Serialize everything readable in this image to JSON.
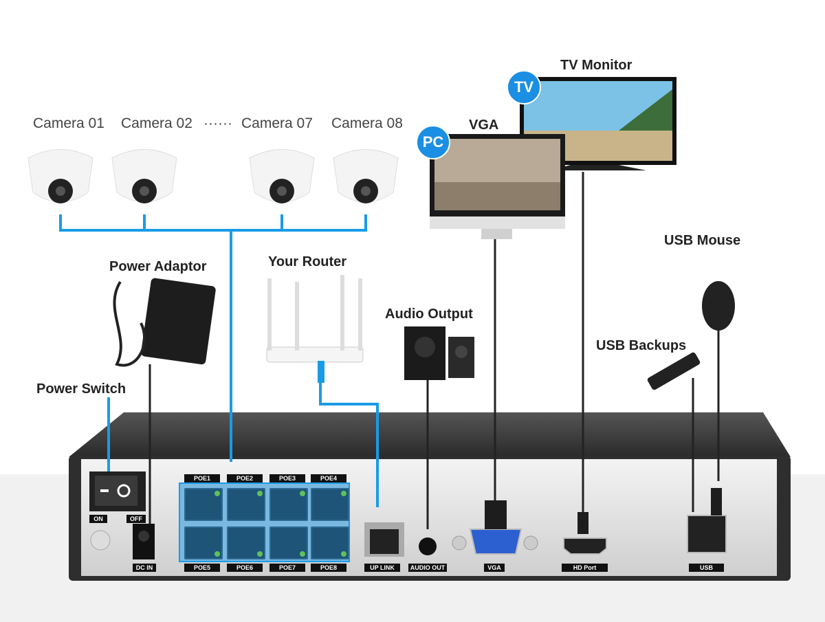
{
  "cameras": [
    {
      "label": "Camera 01"
    },
    {
      "label": "Camera 02"
    },
    {
      "label": "Camera 07"
    },
    {
      "label": "Camera 08"
    }
  ],
  "camera_ellipsis": "······",
  "devices": {
    "tv_monitor": "TV Monitor",
    "tv_badge": "TV",
    "vga": "VGA",
    "pc_badge": "PC",
    "usb_mouse": "USB Mouse",
    "power_adaptor": "Power Adaptor",
    "router": "Your Router",
    "audio_output": "Audio Output",
    "usb_backups": "USB Backups",
    "power_switch": "Power Switch"
  },
  "panel": {
    "on": "ON",
    "off": "OFF",
    "dc_in": "DC IN",
    "poe_top": [
      "POE1",
      "POE2",
      "POE3",
      "POE4"
    ],
    "poe_bottom": [
      "POE5",
      "POE6",
      "POE7",
      "POE8"
    ],
    "uplink": "UP LINK",
    "audio_out": "AUDIO OUT",
    "vga": "VGA",
    "hd_port": "HD Port",
    "usb": "USB"
  },
  "colors": {
    "cable_blue": "#1a9be6",
    "cable_black": "#222222",
    "poe_highlight": "#7ab8e0"
  }
}
